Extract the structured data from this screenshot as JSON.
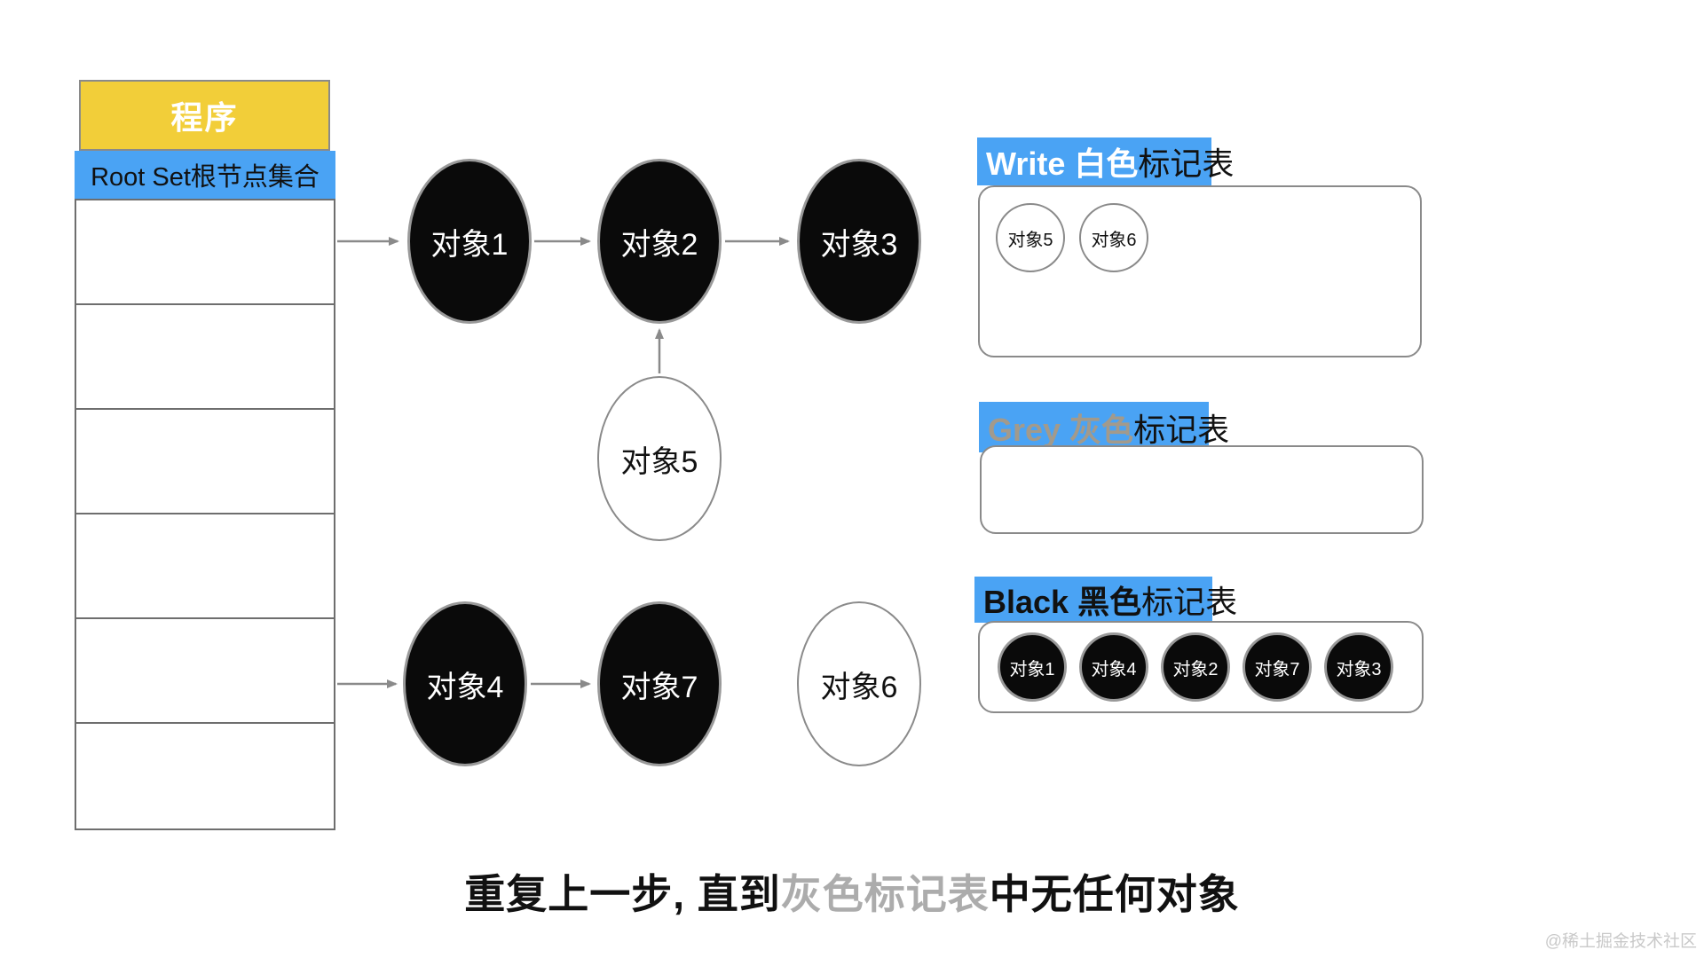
{
  "colors": {
    "blue": "#4AA3F4",
    "yellow": "#F2CE39",
    "node_black": "#0A0A0A",
    "ring": "#8A8A8A",
    "line": "#6E6E6E",
    "arrow": "#8A8A8A",
    "grey_label": "#A29A8C",
    "caption_grey": "#ACACAC",
    "watermark": "#C9C9C9",
    "ink": "#111111"
  },
  "program_box": {
    "label": "程序"
  },
  "root_set": {
    "label": "Root Set根节点集合",
    "rows": 6
  },
  "nodes": {
    "obj1": {
      "label": "对象1",
      "color": "black"
    },
    "obj2": {
      "label": "对象2",
      "color": "black"
    },
    "obj3": {
      "label": "对象3",
      "color": "black"
    },
    "obj4": {
      "label": "对象4",
      "color": "black"
    },
    "obj5": {
      "label": "对象5",
      "color": "white"
    },
    "obj6": {
      "label": "对象6",
      "color": "white"
    },
    "obj7": {
      "label": "对象7",
      "color": "black"
    }
  },
  "white_table": {
    "title_accent": "Write 白色",
    "title_rest": "标记表",
    "items": [
      "对象5",
      "对象6"
    ]
  },
  "grey_table": {
    "title_accent": "Grey 灰色",
    "title_rest": "标记表",
    "items": []
  },
  "black_table": {
    "title_accent": "Black 黑色",
    "title_rest": "标记表",
    "items": [
      "对象1",
      "对象4",
      "对象2",
      "对象7",
      "对象3"
    ]
  },
  "caption": {
    "prefix": "重复上一步, 直到",
    "highlight": "灰色标记表",
    "suffix": "中无任何对象"
  },
  "watermark": "@稀土掘金技术社区"
}
